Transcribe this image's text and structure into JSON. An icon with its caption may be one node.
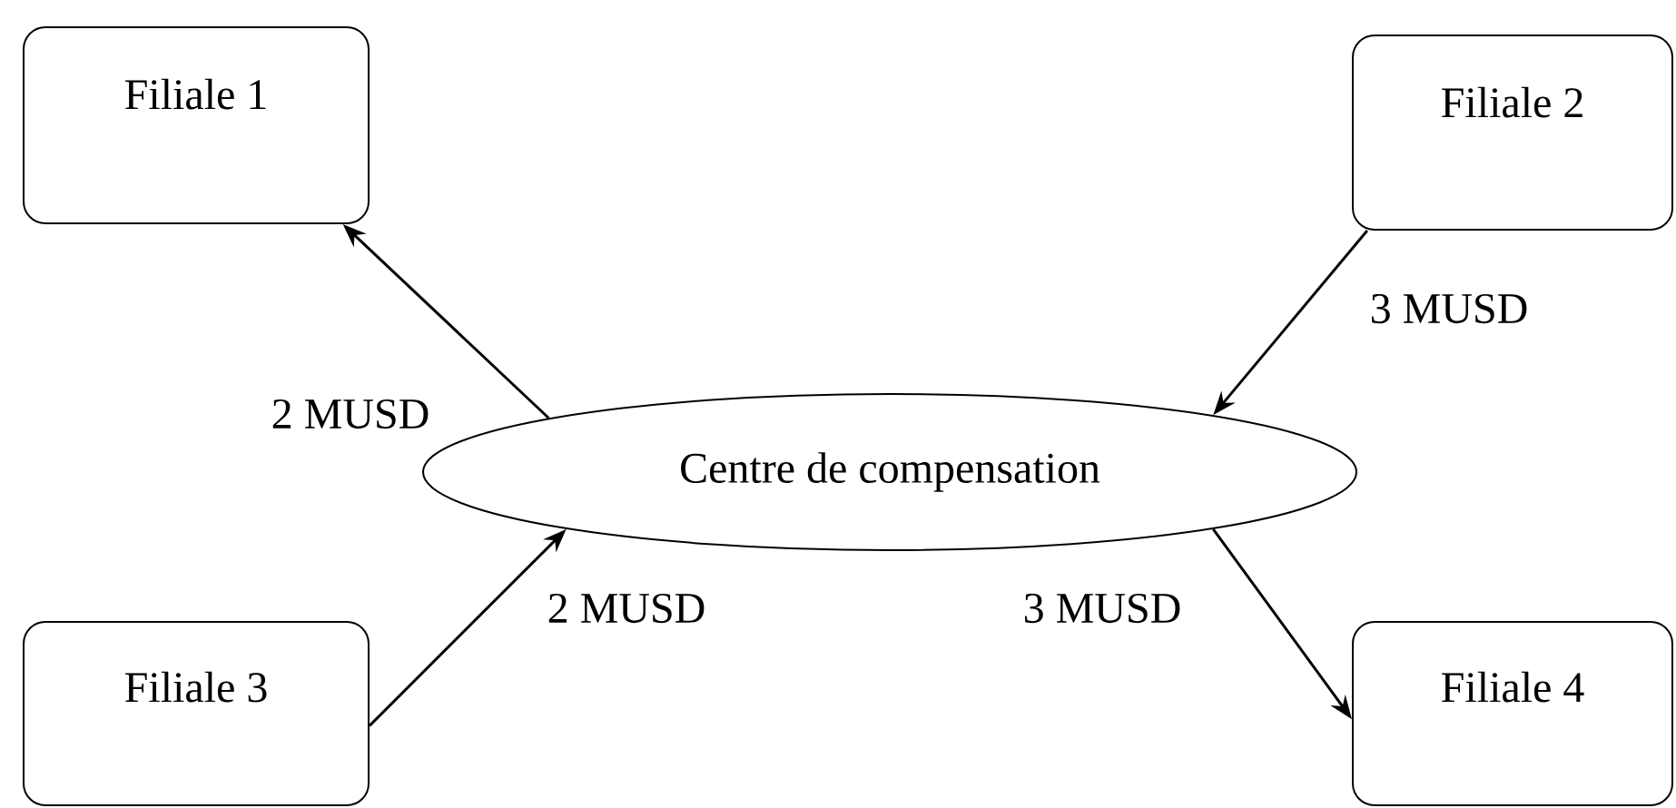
{
  "diagram": {
    "nodes": [
      {
        "text": [
          "Filiale 1"
        ]
      },
      {
        "text": [
          "Filiale 2"
        ]
      },
      {
        "text": [
          "Centre de compensation"
        ]
      },
      {
        "text": [
          "Filiale 3"
        ]
      },
      {
        "text": [
          "Filiale 4"
        ]
      }
    ],
    "edges": [
      {
        "from": 2,
        "to": 0,
        "arrow": "to",
        "label": "2 MUSD"
      },
      {
        "from": 1,
        "to": 2,
        "arrow": "to",
        "label": "3 MUSD"
      },
      {
        "from": 3,
        "to": 2,
        "arrow": "to",
        "label": "2 MUSD"
      },
      {
        "from": 2,
        "to": 4,
        "arrow": "to",
        "label": "3 MUSD"
      }
    ]
  }
}
